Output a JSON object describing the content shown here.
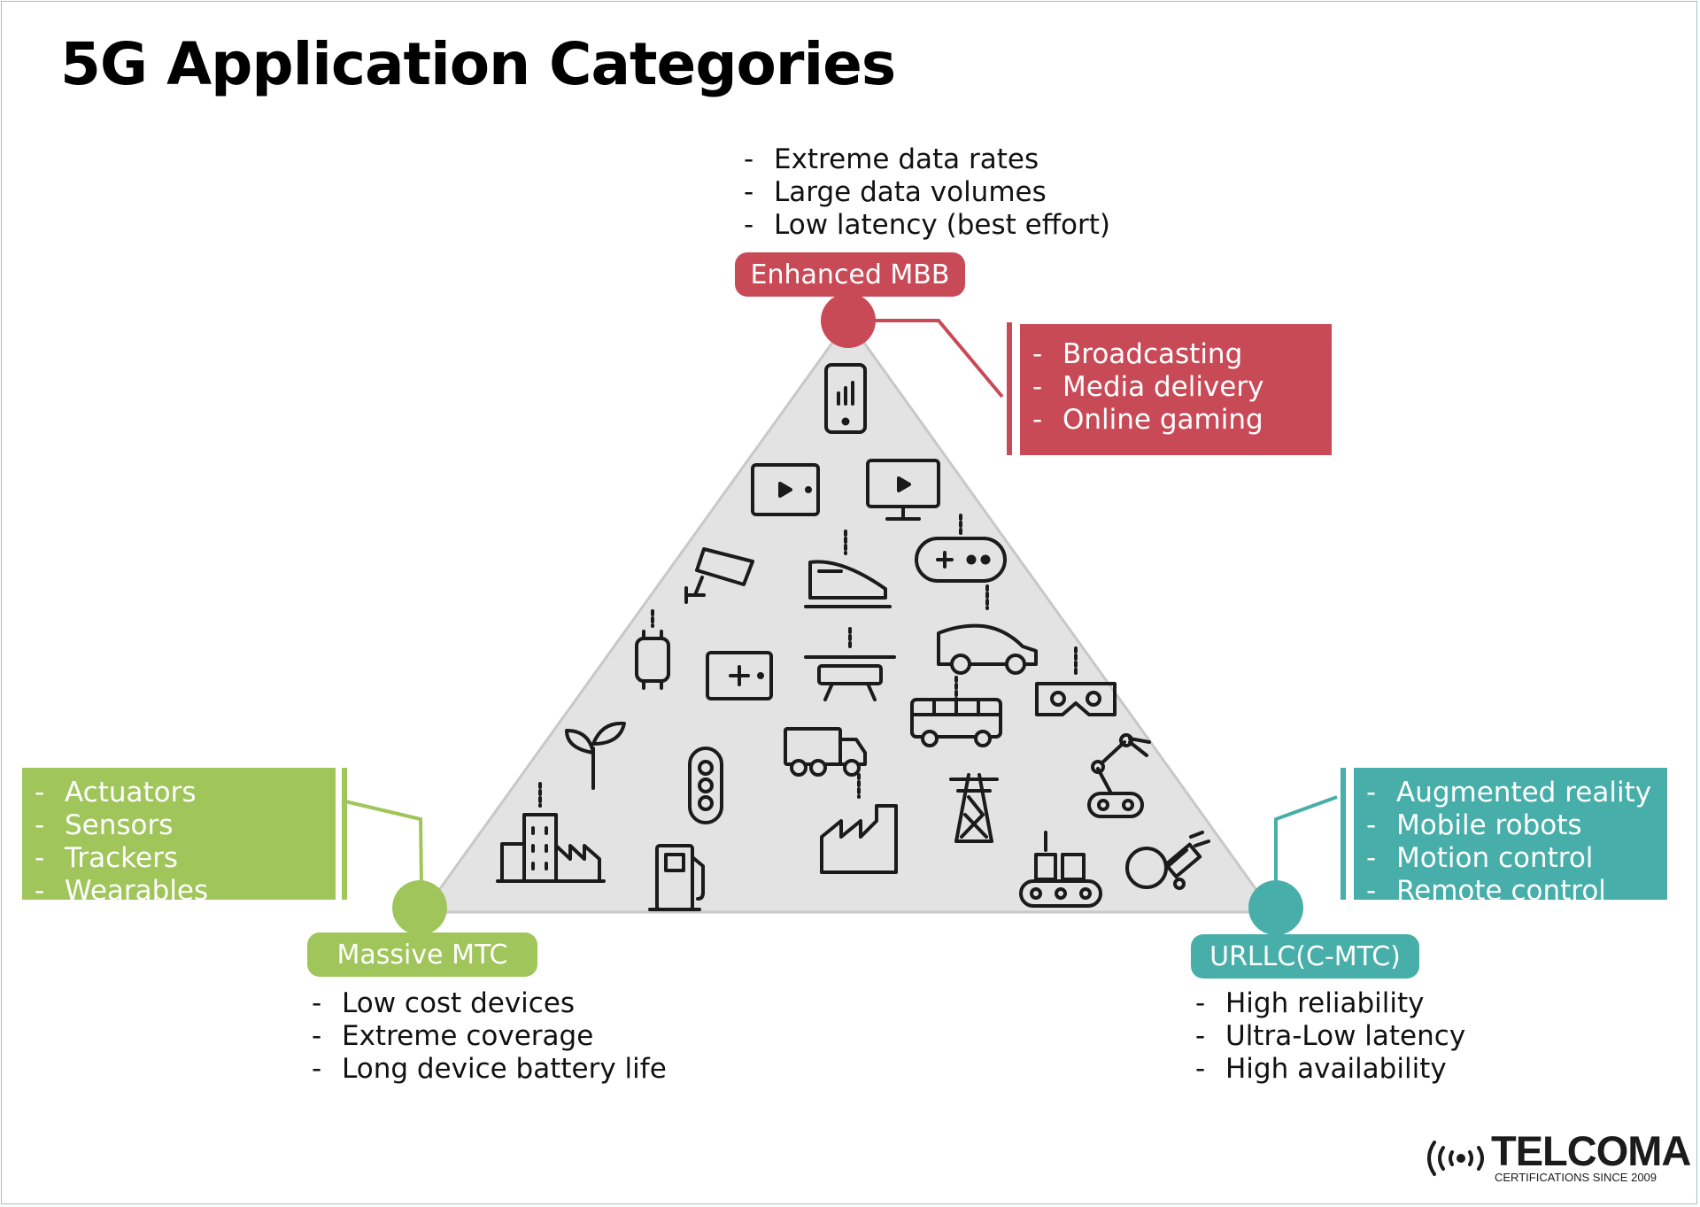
{
  "title": "5G Application Categories",
  "colors": {
    "embb": "#c94a57",
    "mmtc": "#a0c55a",
    "urllc": "#47aea9",
    "triangle_fill": "#e3e3e3",
    "frame": "#9cc7c7"
  },
  "embb": {
    "label": "Enhanced MBB",
    "requirements": [
      "Extreme data rates",
      "Large data volumes",
      "Low latency (best effort)"
    ],
    "applications": [
      "Broadcasting",
      "Media delivery",
      "Online gaming"
    ]
  },
  "mmtc": {
    "label": "Massive MTC",
    "requirements": [
      "Low cost devices",
      "Extreme coverage",
      "Long device battery life"
    ],
    "applications": [
      "Actuators",
      "Sensors",
      "Trackers",
      "Wearables"
    ]
  },
  "urllc": {
    "label": "URLLC(C-MTC)",
    "requirements": [
      "High reliability",
      "Ultra-Low latency",
      "High availability"
    ],
    "applications": [
      "Augmented reality",
      "Mobile robots",
      "Motion control",
      "Remote control"
    ]
  },
  "icons": [
    "smartphone-icon",
    "tablet-icon",
    "monitor-icon",
    "security-camera-icon",
    "high-speed-train-icon",
    "game-controller-icon",
    "smartwatch-icon",
    "medical-device-icon",
    "drone-icon",
    "car-icon",
    "bus-icon",
    "vr-headset-icon",
    "plant-icon",
    "traffic-light-icon",
    "truck-icon",
    "robot-arm-icon",
    "city-buildings-icon",
    "fuel-pump-icon",
    "factory-icon",
    "power-tower-icon",
    "conveyor-belt-icon",
    "industrial-robot-icon"
  ],
  "logo": {
    "name": "TELCOMA",
    "tagline": "CERTIFICATIONS SINCE 2009"
  }
}
